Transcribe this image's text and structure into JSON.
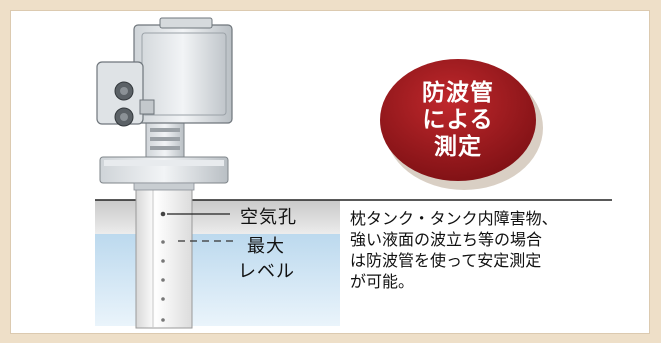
{
  "badge": {
    "line1": "防波管",
    "line2": "による",
    "line3": "測定",
    "color": "#9b1b1e"
  },
  "labels": {
    "vent_hole": "空気孔",
    "max_level_1": "最大",
    "max_level_2": "レベル"
  },
  "description": {
    "line1": "枕タンク・タンク内障害物、",
    "line2": "強い液面の波立ち等の場合",
    "line3": "は防波管を使って安定測定",
    "line4": "が可能。"
  },
  "colors": {
    "background": "#eedfc8",
    "liquid": "#cfe5f5",
    "pipe": "#ffffff"
  }
}
